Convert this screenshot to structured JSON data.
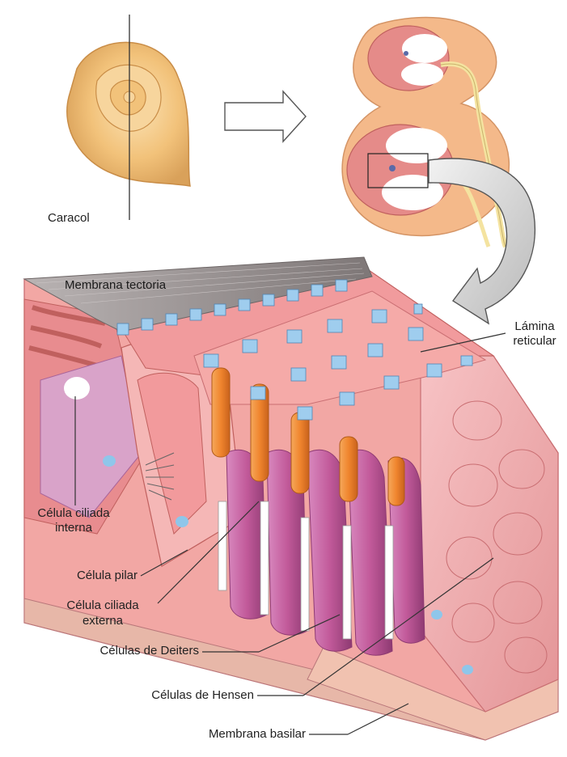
{
  "labels": {
    "caracol": "Caracol",
    "membrana_tectoria": "Membrana tectoria",
    "lamina_reticular_1": "Lámina",
    "lamina_reticular_2": "reticular",
    "celula_ciliada_interna_1": "Célula ciliada",
    "celula_ciliada_interna_2": "interna",
    "celula_pilar": "Célula pilar",
    "celula_ciliada_externa_1": "Célula ciliada",
    "celula_ciliada_externa_2": "externa",
    "celulas_deiters": "Células de Deiters",
    "celulas_hensen": "Células de Hensen",
    "membrana_basilar": "Membrana basilar"
  },
  "colors": {
    "snail_shell": "#f2c27a",
    "bone": "#f4b98a",
    "tissue_pink": "#f2a7a4",
    "tissue_dark": "#d96b73",
    "hair_cell_orange": "#f0852e",
    "deiters_purple": "#c25a9a",
    "stereocilia_blue": "#8ec3e8",
    "arrow_gray": "#d7d7d7",
    "leader_line": "#333333"
  }
}
